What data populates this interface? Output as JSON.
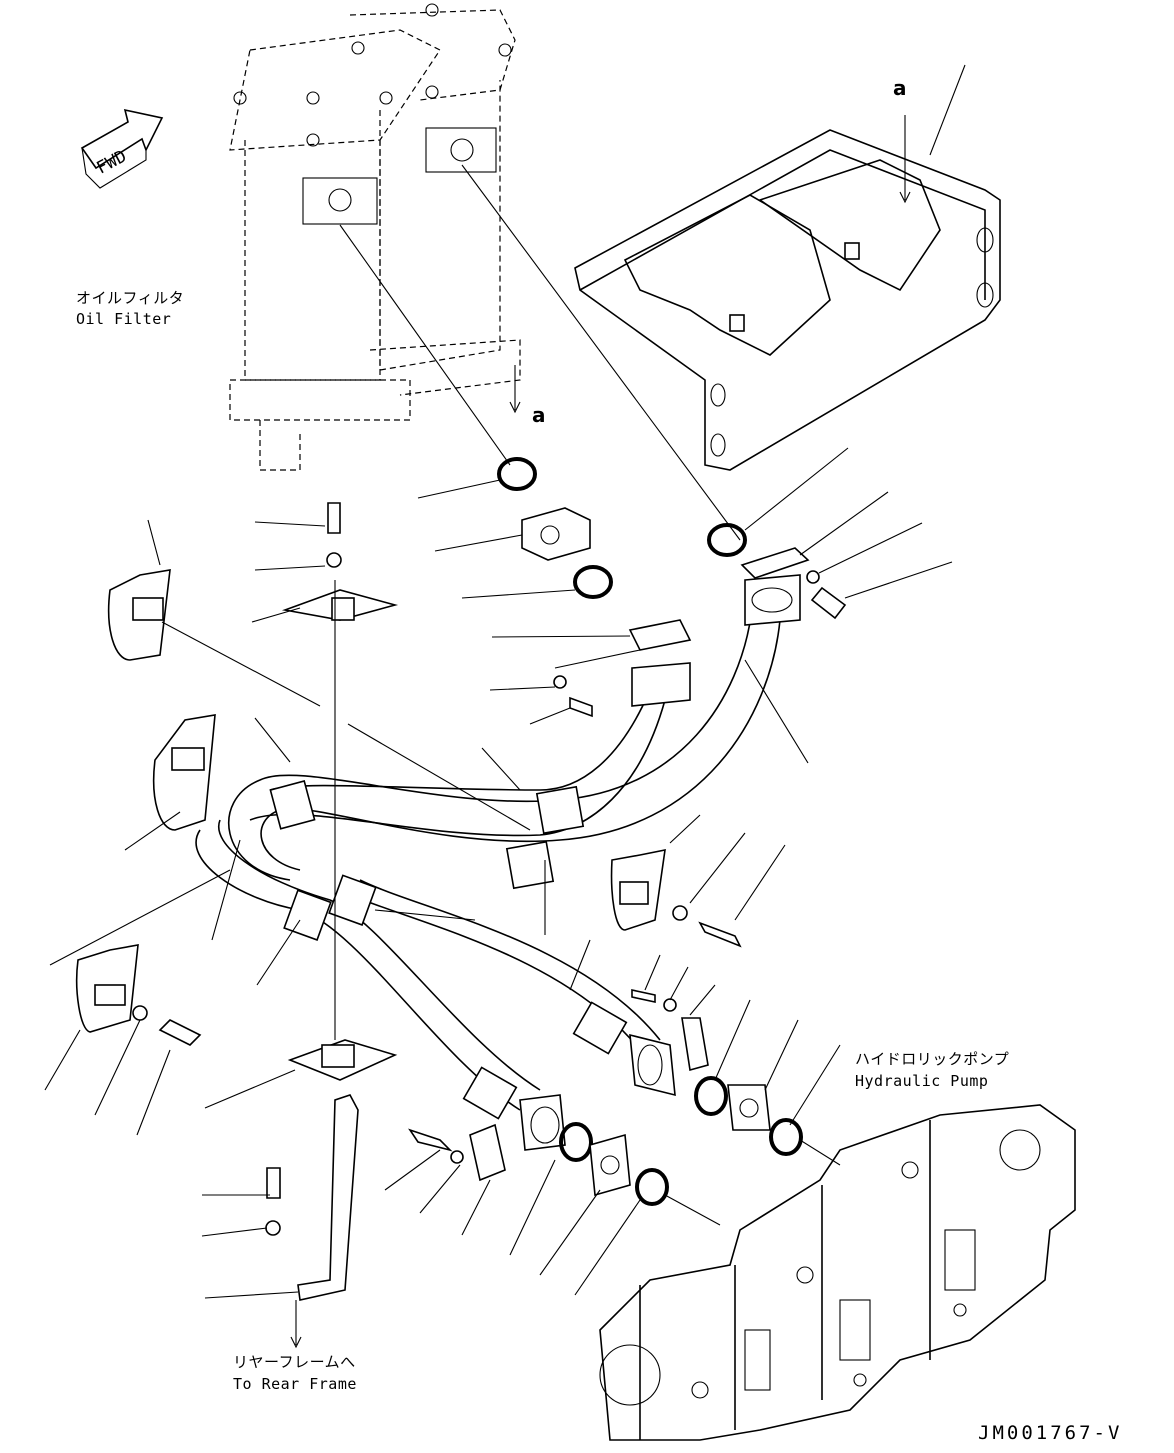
{
  "fwd_arrow_text": "FWD",
  "ref_marks": {
    "top_right": "a",
    "filter_outlet": "a"
  },
  "labels": {
    "oil_filter_jp": "オイルフィルタ",
    "oil_filter_en": "Oil Filter",
    "hydraulic_pump_jp": "ハイドロリックポンプ",
    "hydraulic_pump_en": "Hydraulic Pump",
    "rear_frame_jp": "リヤーフレームへ",
    "rear_frame_en": "To Rear Frame"
  },
  "drawing_code": "JM001767-V"
}
